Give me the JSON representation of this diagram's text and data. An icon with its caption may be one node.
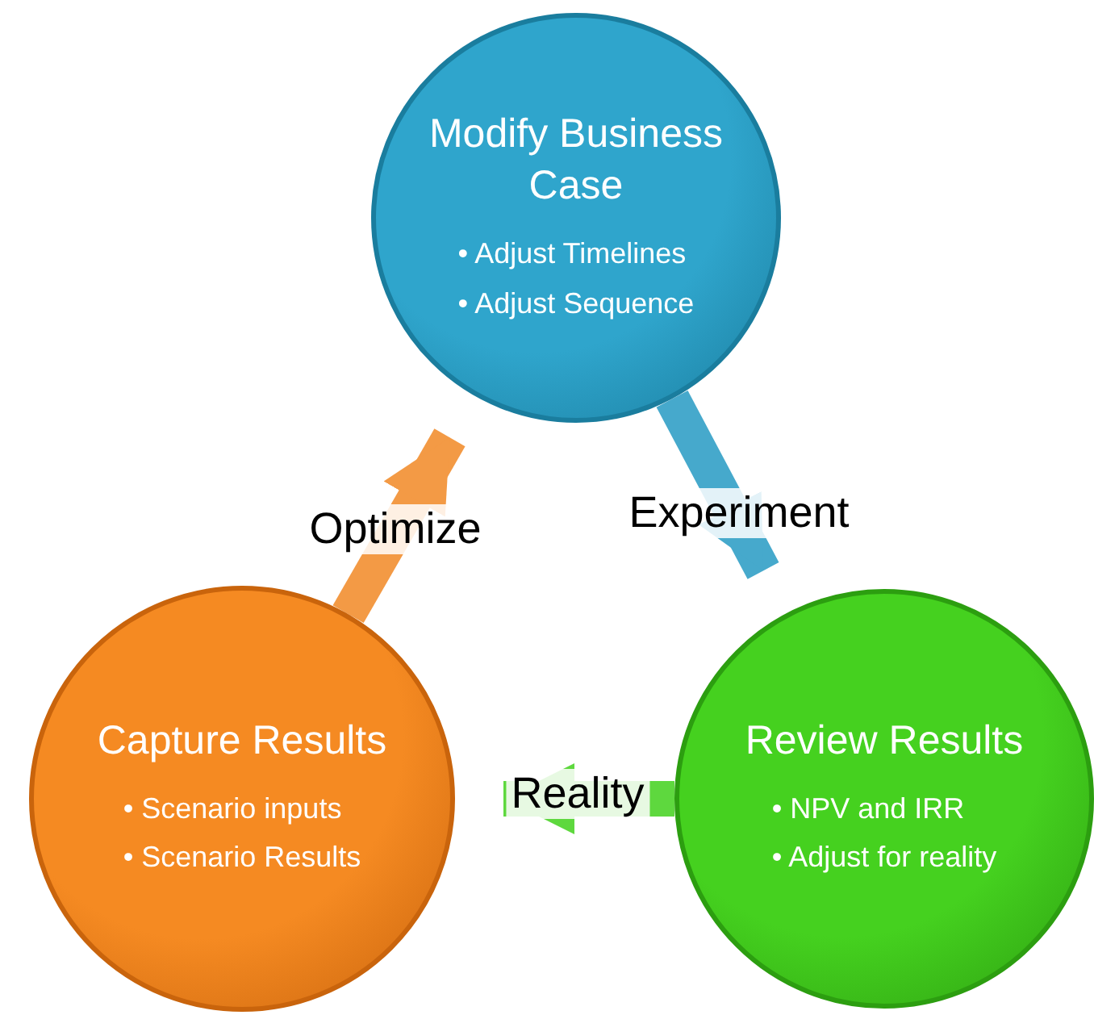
{
  "diagram": {
    "nodes": [
      {
        "text": [
          "Modify Business Case",
          "• Adjust Timelines",
          "• Adjust Sequence"
        ]
      },
      {
        "text": [
          "Capture Results",
          "• Scenario inputs",
          "• Scenario Results"
        ]
      },
      {
        "text": [
          "Review Results",
          "• NPV and IRR",
          "• Adjust for reality"
        ]
      }
    ],
    "edges": [
      {
        "from": 0,
        "to": 2,
        "arrow": "to",
        "label": "Experiment",
        "color": "#46a9cc"
      },
      {
        "from": 2,
        "to": 1,
        "arrow": "to",
        "label": "Reality",
        "color": "#5ed83e"
      },
      {
        "from": 1,
        "to": 0,
        "arrow": "to",
        "label": "Optimize",
        "color": "#f39a45"
      }
    ]
  }
}
